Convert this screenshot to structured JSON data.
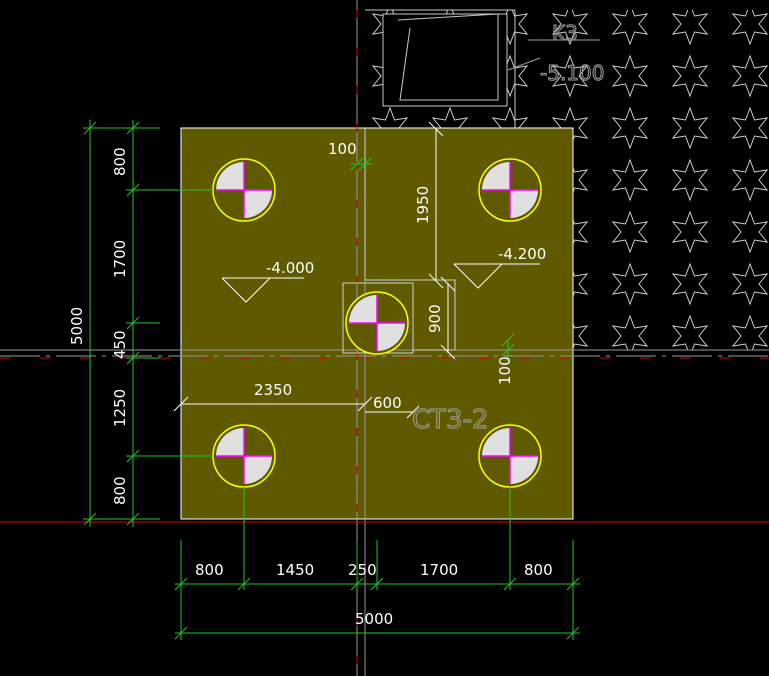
{
  "colors": {
    "background": "#000000",
    "cap_fill": "#5f5a00",
    "dim_line": "#27c227",
    "pile_outline": "#ffff00",
    "pile_cross": "#ff00ff",
    "axis_red": "#e00000",
    "white": "#ffffff",
    "grey": "#9a9a9a"
  },
  "pile_cap": {
    "id_label": "CT3-2",
    "elevation_left": "-4.000",
    "elevation_right": "-4.200"
  },
  "neighbor_block": {
    "label": "K3",
    "elevation": "-5.100"
  },
  "dimensions": {
    "left_total": "5000",
    "left_segments": [
      "800",
      "1700",
      "450",
      "1250",
      "800"
    ],
    "bottom_segments": [
      "800",
      "1450",
      "250",
      "1700",
      "800"
    ],
    "bottom_total": "5000",
    "offset_100_top": "100",
    "offset_100_right": "100",
    "d1950": "1950",
    "d900": "900",
    "d2350": "2350",
    "d600": "600"
  }
}
